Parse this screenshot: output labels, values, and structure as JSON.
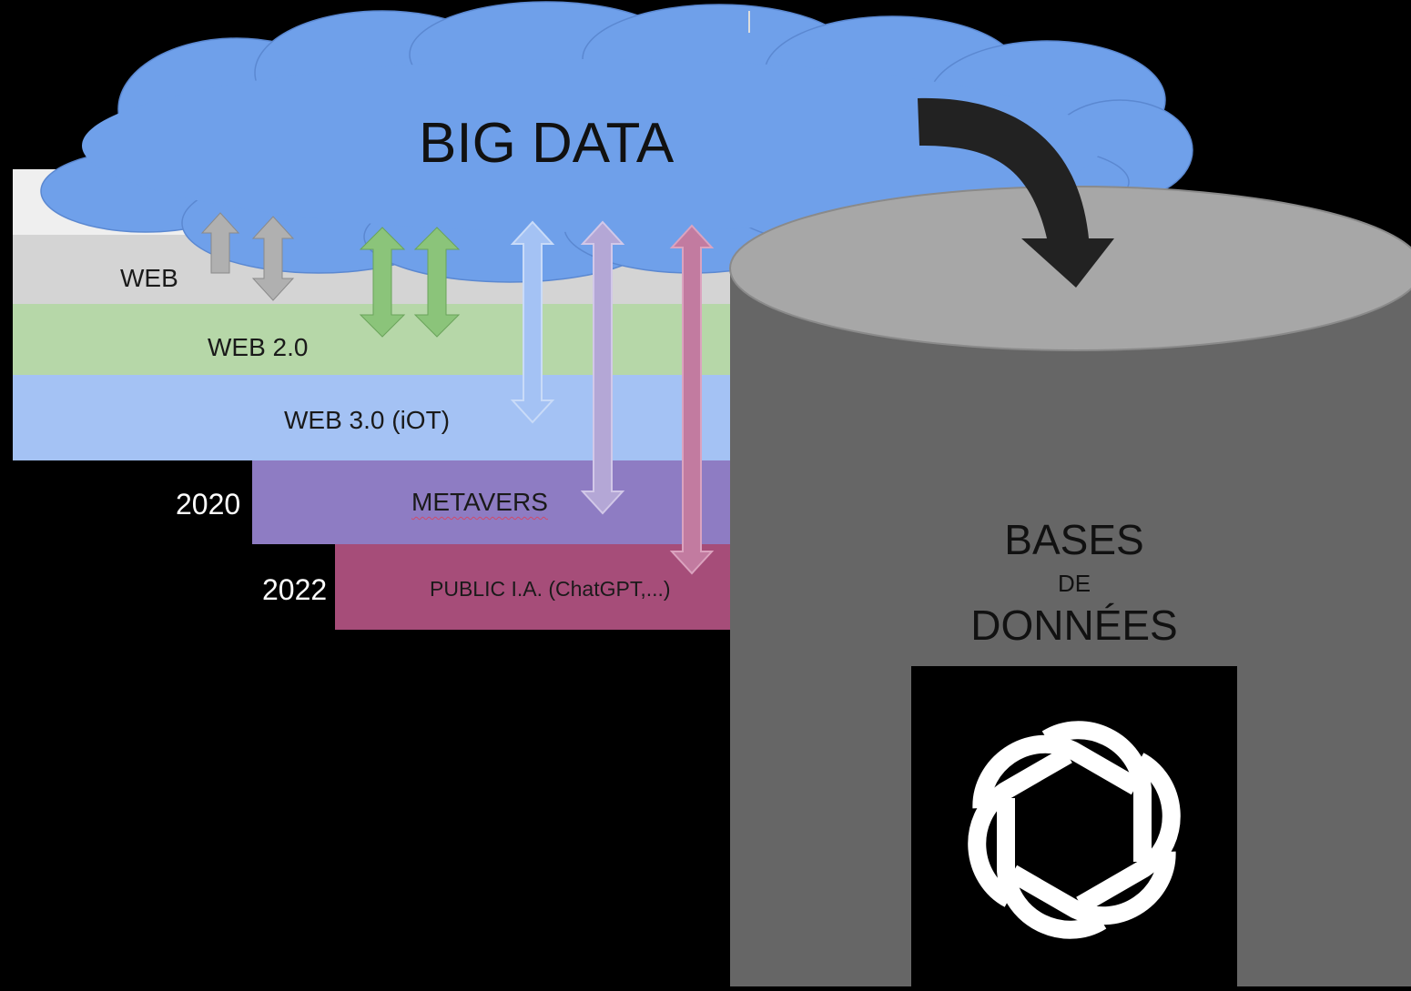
{
  "cloud": {
    "title": "BIG DATA",
    "fill": "#6fa0ea"
  },
  "layers": {
    "web": {
      "label": "WEB",
      "color": "#d4d4d4"
    },
    "web2": {
      "label": "WEB 2.0",
      "color": "#b6d7a8"
    },
    "web3": {
      "label": "WEB 3.0 (iOT)",
      "color": "#a4c2f4"
    },
    "metavers": {
      "label": "METAVERS",
      "year": "2020",
      "color": "#8e7cc3"
    },
    "public_ia": {
      "label": "PUBLIC I.A. (ChatGPT,...)",
      "year": "2022",
      "color": "#a64d79"
    }
  },
  "database": {
    "line1": "BASES",
    "line2": "DE",
    "line3": "DONNÉES",
    "logo": "openai-logo-icon",
    "color": "#666666"
  },
  "arrows": {
    "web": "#b0b0b0",
    "web2": "#8bc47a",
    "web3": "#a4c2f4",
    "metavers": "#b4a7d6",
    "public_ia": "#c27ba0",
    "flow": "#222222"
  }
}
